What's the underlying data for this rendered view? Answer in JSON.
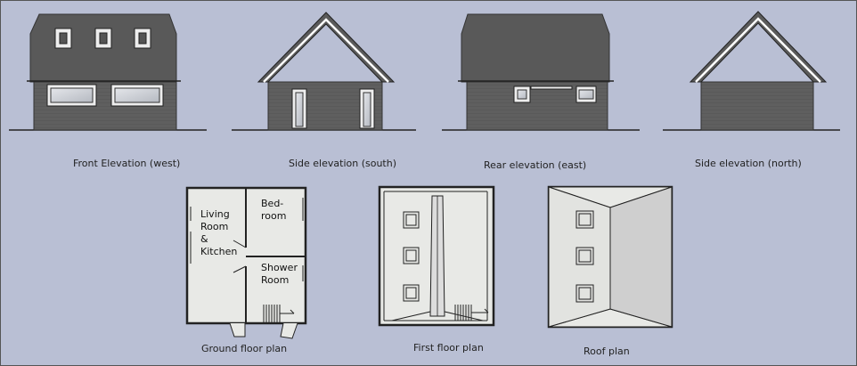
{
  "elevations": {
    "front": "Front Elevation (west)",
    "south": "Side elevation (south)",
    "rear": "Rear elevation (east)",
    "north": "Side elevation (north)"
  },
  "plans": {
    "ground": "Ground floor plan",
    "first": "First floor plan",
    "roof": "Roof plan"
  },
  "rooms": {
    "living": [
      "Living",
      "Room",
      "&",
      "Kitchen"
    ],
    "bedroom": [
      "Bed-",
      "room"
    ],
    "shower": [
      "Shower",
      "Room"
    ]
  },
  "colors": {
    "background": "#b9bfd4",
    "cladding": "#5d5d5d",
    "roof": "#595959",
    "plan_fill": "#e8e9e6",
    "glass": "#c9ccd2"
  }
}
